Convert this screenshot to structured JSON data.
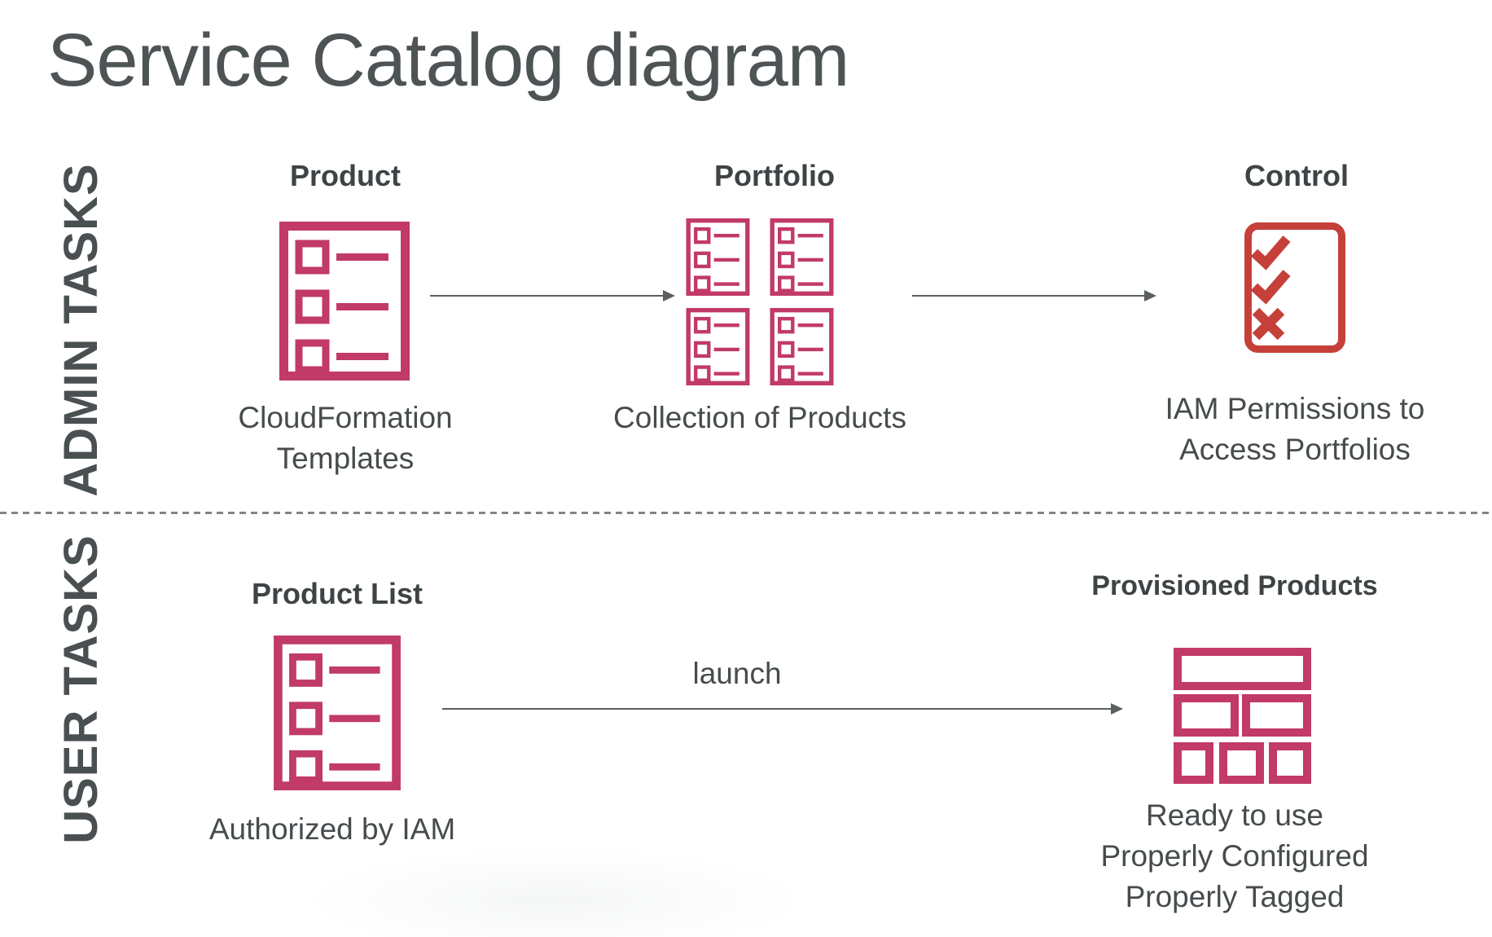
{
  "title": "Service Catalog diagram",
  "colors": {
    "crimson": "#c13a68",
    "red": "#c6403a",
    "title_text": "#4e5456",
    "band_text": "#4a5052",
    "label_text": "#3e4446",
    "body_text": "#464c4e",
    "arrow": "#5a5f60",
    "divider": "#848484"
  },
  "sections": {
    "admin": {
      "band_label": "ADMIN TASKS",
      "product": {
        "title": "Product",
        "caption": "CloudFormation\nTemplates"
      },
      "portfolio": {
        "title": "Portfolio",
        "caption": "Collection of Products"
      },
      "control": {
        "title": "Control",
        "caption": "IAM Permissions to\nAccess Portfolios"
      }
    },
    "user": {
      "band_label": "USER TASKS",
      "product_list": {
        "title": "Product List",
        "caption": "Authorized by IAM"
      },
      "launch_label": "launch",
      "provisioned": {
        "title": "Provisioned Products",
        "caption": "Ready to use\nProperly Configured\nProperly Tagged"
      }
    }
  }
}
